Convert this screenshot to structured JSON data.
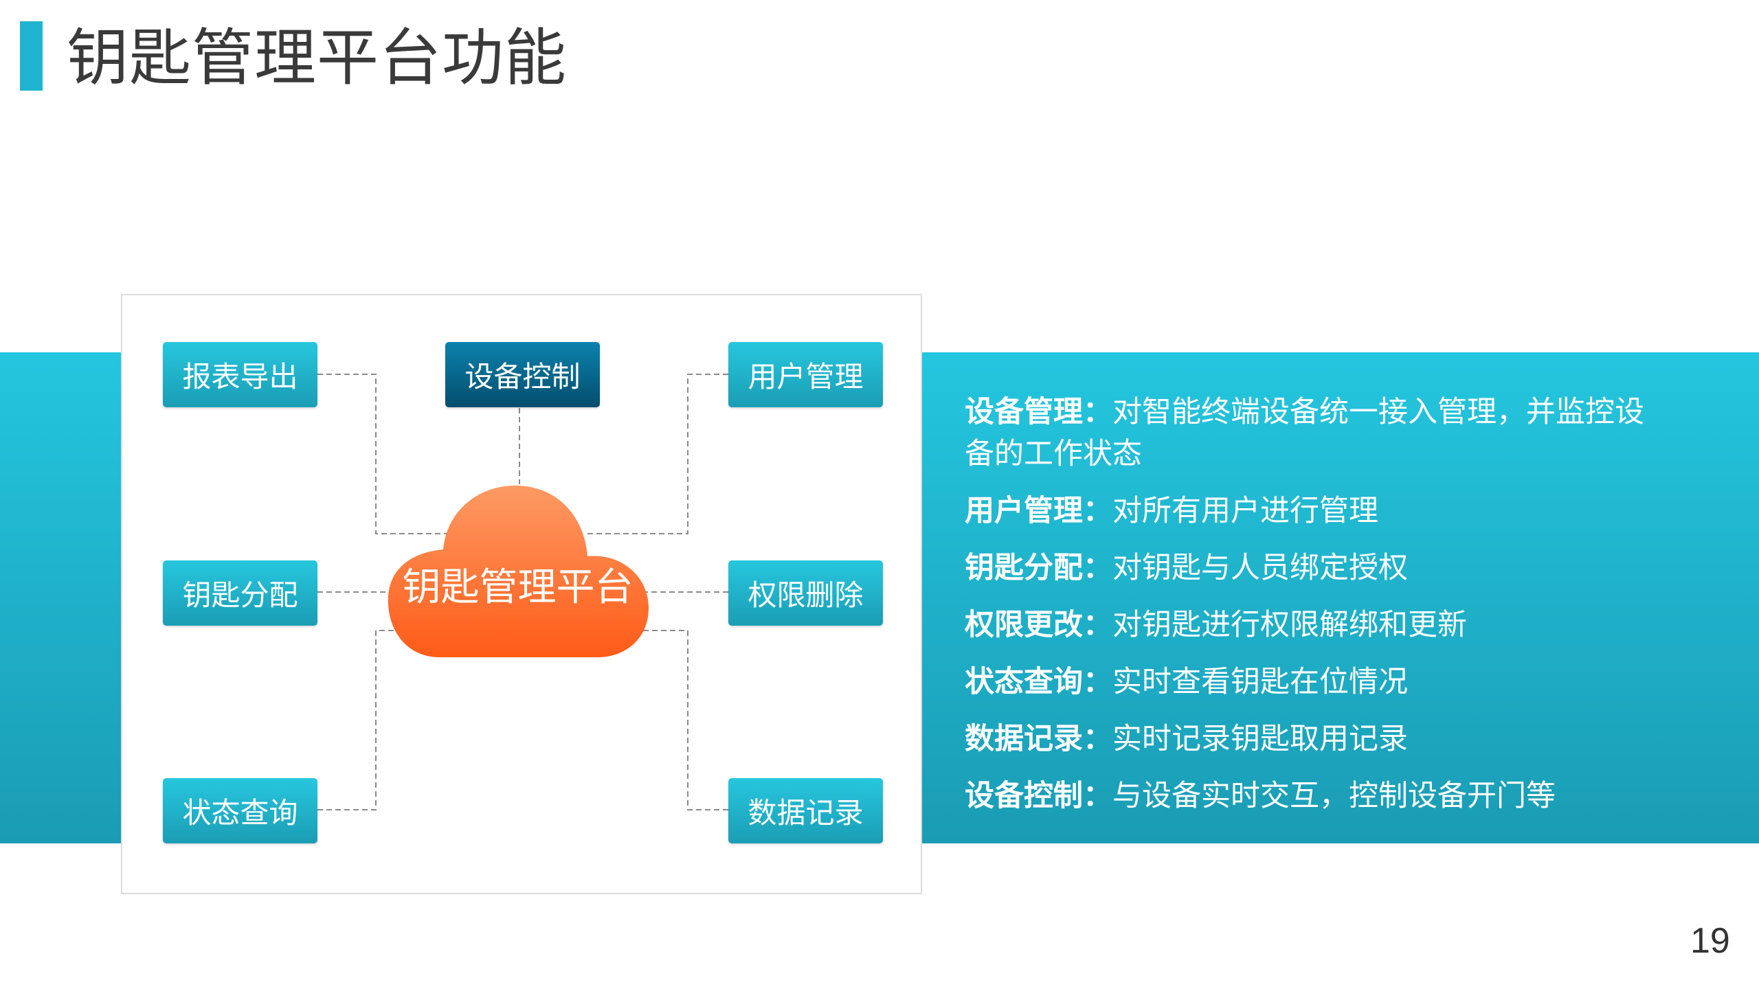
{
  "title": "钥匙管理平台功能",
  "diagram": {
    "center": "钥匙管理平台",
    "nodes": {
      "top_left": "报表导出",
      "top_center": "设备控制",
      "top_right": "用户管理",
      "mid_left": "钥匙分配",
      "mid_right": "权限删除",
      "bottom_left": "状态查询",
      "bottom_right": "数据记录"
    }
  },
  "features": [
    {
      "name": "设备管理：",
      "desc": "对智能终端设备统一接入管理，并监控设备的工作状态"
    },
    {
      "name": "用户管理：",
      "desc": "对所有用户进行管理"
    },
    {
      "name": "钥匙分配：",
      "desc": "对钥匙与人员绑定授权"
    },
    {
      "name": "权限更改：",
      "desc": "对钥匙进行权限解绑和更新"
    },
    {
      "name": "状态查询：",
      "desc": "实时查看钥匙在位情况"
    },
    {
      "name": "数据记录：",
      "desc": "实时记录钥匙取用记录"
    },
    {
      "name": "设备控制：",
      "desc": "与设备实时交互，控制设备开门等"
    }
  ],
  "page_number": "19",
  "colors": {
    "accent": "#1fb5d0",
    "cloud": "#ff6a2a",
    "dark_node": "#034d6c"
  }
}
